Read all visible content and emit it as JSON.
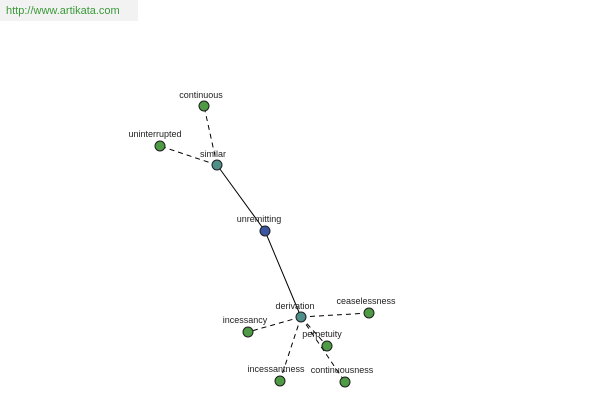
{
  "banner": {
    "url": "http://www.artikata.com"
  },
  "colors": {
    "root": "#3c55a0",
    "hub": "#4f8f8a",
    "leaf": "#4f9a45"
  },
  "graph": {
    "nodes": [
      {
        "id": "unremitting",
        "label": "unremitting",
        "kind": "root"
      },
      {
        "id": "similar",
        "label": "similar",
        "kind": "hub"
      },
      {
        "id": "derivation",
        "label": "derivation",
        "kind": "hub"
      },
      {
        "id": "continuous",
        "label": "continuous",
        "kind": "leaf"
      },
      {
        "id": "uninterrupted",
        "label": "uninterrupted",
        "kind": "leaf"
      },
      {
        "id": "ceaselessness",
        "label": "ceaselessness",
        "kind": "leaf"
      },
      {
        "id": "incessancy",
        "label": "incessancy",
        "kind": "leaf"
      },
      {
        "id": "perpetuity",
        "label": "perpetuity",
        "kind": "leaf"
      },
      {
        "id": "incessantness",
        "label": "incessantness",
        "kind": "leaf"
      },
      {
        "id": "continuousness",
        "label": "continuousness",
        "kind": "leaf"
      }
    ],
    "edges": [
      {
        "from": "unremitting",
        "to": "similar",
        "style": "solid"
      },
      {
        "from": "unremitting",
        "to": "derivation",
        "style": "solid"
      },
      {
        "from": "similar",
        "to": "continuous",
        "style": "dashed"
      },
      {
        "from": "similar",
        "to": "uninterrupted",
        "style": "dashed"
      },
      {
        "from": "derivation",
        "to": "ceaselessness",
        "style": "dashed"
      },
      {
        "from": "derivation",
        "to": "incessancy",
        "style": "dashed"
      },
      {
        "from": "derivation",
        "to": "perpetuity",
        "style": "dashed"
      },
      {
        "from": "derivation",
        "to": "incessantness",
        "style": "dashed"
      },
      {
        "from": "derivation",
        "to": "continuousness",
        "style": "dashed"
      }
    ]
  }
}
